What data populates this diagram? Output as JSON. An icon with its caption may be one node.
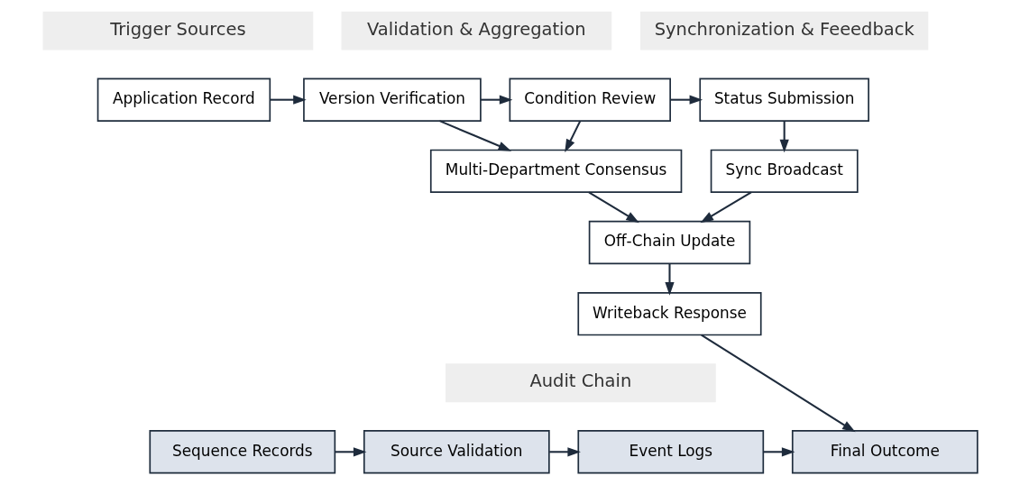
{
  "diagram": {
    "nodes": [
      {
        "text": [
          "Trigger Sources"
        ]
      },
      {
        "text": [
          "Validation & Aggregation"
        ]
      },
      {
        "text": [
          "Synchronization & Feeedback"
        ]
      },
      {
        "text": [
          "Application Record"
        ]
      },
      {
        "text": [
          "Version Verification"
        ]
      },
      {
        "text": [
          "Condition Review"
        ]
      },
      {
        "text": [
          "Status Submission"
        ]
      },
      {
        "text": [
          "Multi-Department Consensus"
        ]
      },
      {
        "text": [
          "Sync Broadcast"
        ]
      },
      {
        "text": [
          "Off-Chain Update"
        ]
      },
      {
        "text": [
          "Writeback Response"
        ]
      },
      {
        "text": [
          "Audit Chain"
        ]
      },
      {
        "text": [
          "Sequence Records"
        ]
      },
      {
        "text": [
          "Source Validation"
        ]
      },
      {
        "text": [
          "Event Logs"
        ]
      },
      {
        "text": [
          "Final Outcome"
        ]
      }
    ],
    "edges": [
      {
        "from": 3,
        "to": 4,
        "arrow": "to"
      },
      {
        "from": 4,
        "to": 5,
        "arrow": "to"
      },
      {
        "from": 5,
        "to": 6,
        "arrow": "to"
      },
      {
        "from": 5,
        "to": 7,
        "arrow": "to"
      },
      {
        "from": 4,
        "to": 7,
        "arrow": "to"
      },
      {
        "from": 7,
        "to": 9,
        "arrow": "to"
      },
      {
        "from": 6,
        "to": 8,
        "arrow": "to"
      },
      {
        "from": 8,
        "to": 9,
        "arrow": "to"
      },
      {
        "from": 9,
        "to": 10,
        "arrow": "to"
      },
      {
        "from": 10,
        "to": 15,
        "arrow": "to"
      },
      {
        "from": 12,
        "to": 13,
        "arrow": "to"
      },
      {
        "from": 13,
        "to": 14,
        "arrow": "to"
      },
      {
        "from": 14,
        "to": 15,
        "arrow": "to"
      }
    ]
  }
}
